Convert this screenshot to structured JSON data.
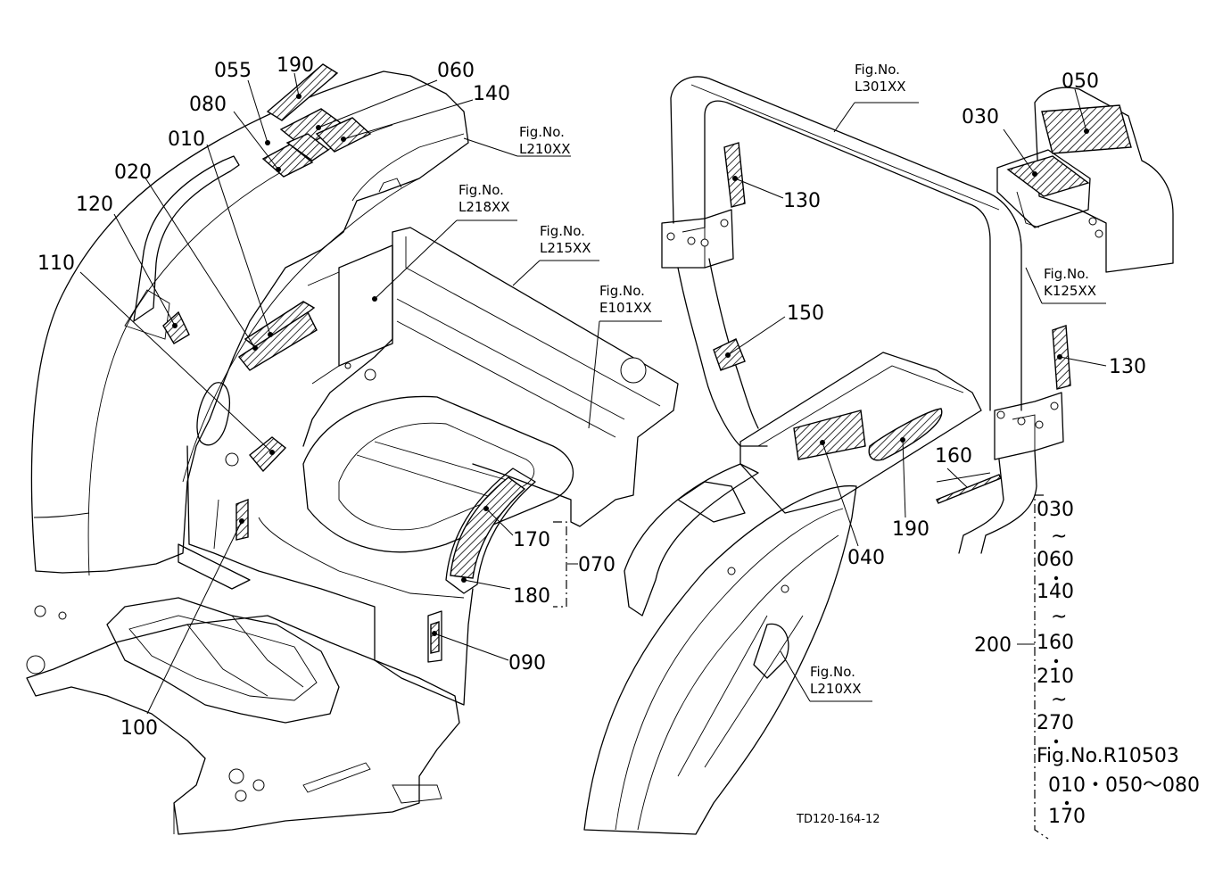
{
  "callouts": [
    {
      "id": "c055",
      "text": "055"
    },
    {
      "id": "c190a",
      "text": "190"
    },
    {
      "id": "c060",
      "text": "060"
    },
    {
      "id": "c140",
      "text": "140"
    },
    {
      "id": "c080",
      "text": "080"
    },
    {
      "id": "c010",
      "text": "010"
    },
    {
      "id": "c020",
      "text": "020"
    },
    {
      "id": "c120",
      "text": "120"
    },
    {
      "id": "c110",
      "text": "110"
    },
    {
      "id": "c100",
      "text": "100"
    },
    {
      "id": "c170",
      "text": "170"
    },
    {
      "id": "c070",
      "text": "070"
    },
    {
      "id": "c180",
      "text": "180"
    },
    {
      "id": "c090",
      "text": "090"
    },
    {
      "id": "c130a",
      "text": "130"
    },
    {
      "id": "c150",
      "text": "150"
    },
    {
      "id": "c050",
      "text": "050"
    },
    {
      "id": "c030",
      "text": "030"
    },
    {
      "id": "c130b",
      "text": "130"
    },
    {
      "id": "c160",
      "text": "160"
    },
    {
      "id": "c190b",
      "text": "190"
    },
    {
      "id": "c040",
      "text": "040"
    },
    {
      "id": "c200",
      "text": "200"
    }
  ],
  "figure_refs": {
    "l210_top": {
      "line1": "Fig.No.",
      "line2": "L210XX"
    },
    "l218": {
      "line1": "Fig.No.",
      "line2": "L218XX"
    },
    "l215": {
      "line1": "Fig.No.",
      "line2": "L215XX"
    },
    "e101": {
      "line1": "Fig.No.",
      "line2": "E101XX"
    },
    "l301": {
      "line1": "Fig.No.",
      "line2": "L301XX"
    },
    "k125": {
      "line1": "Fig.No.",
      "line2": "K125XX"
    },
    "l210_bottom": {
      "line1": "Fig.No.",
      "line2": "L210XX"
    }
  },
  "set_list": {
    "l1": "030",
    "l2": "~",
    "l3": "060",
    "l4": "140",
    "l5": "~",
    "l6": "160",
    "l7": "210",
    "l8": "~",
    "l9": "270",
    "l10": "Fig.No.R10503",
    "l11": "010・050～080",
    "l12": "170"
  },
  "drawing_code": "TD120-164-12"
}
